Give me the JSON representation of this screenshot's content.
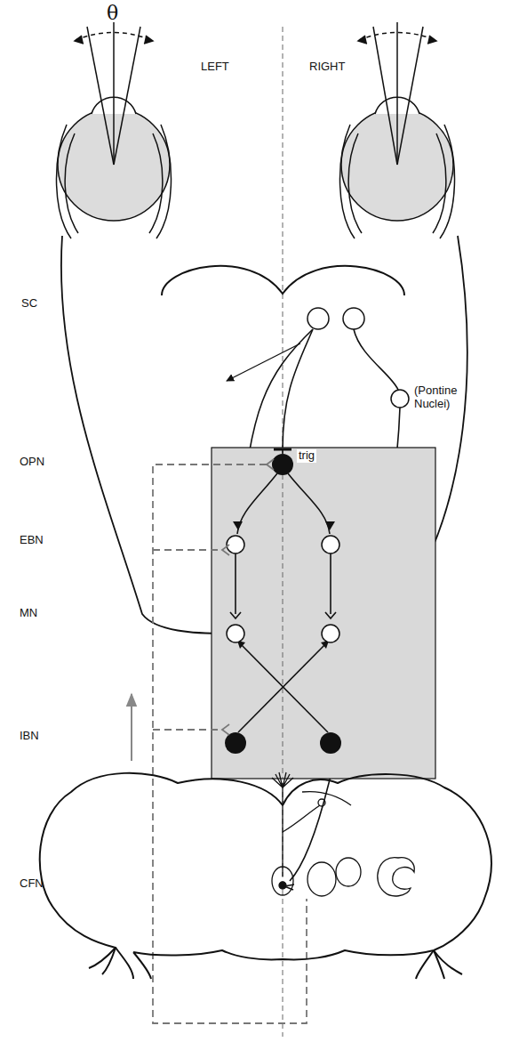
{
  "diagram": {
    "labels": [
      "θ",
      "LEFT",
      "RIGHT",
      "SC",
      "(Pontine Nuclei)",
      "trig",
      "OPN",
      "EBN",
      "MN",
      "IBN",
      "CFN"
    ]
  }
}
